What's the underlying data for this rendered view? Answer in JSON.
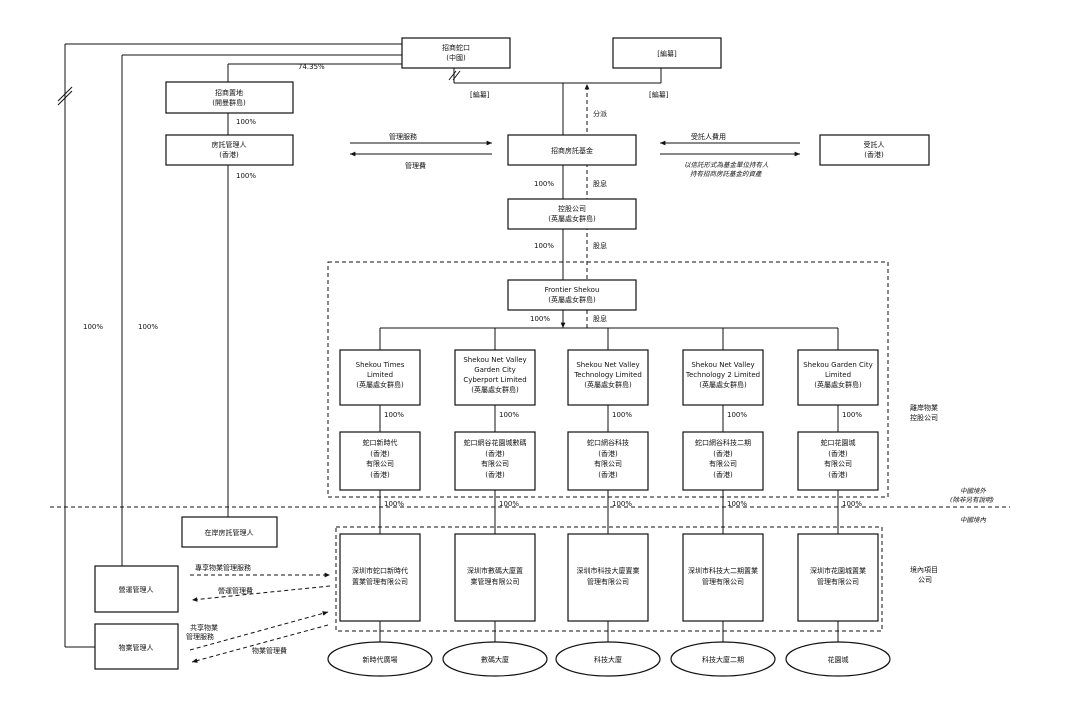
{
  "entities": {
    "cmsk": {
      "lines": [
        "招商蛇口",
        "(中國)"
      ]
    },
    "redacted_top": {
      "lines": [
        "[編纂]"
      ]
    },
    "cm_land": {
      "lines": [
        "招商置地",
        "(開曼群島)"
      ]
    },
    "reit_manager": {
      "lines": [
        "房託管理人",
        "(香港)"
      ]
    },
    "reit": {
      "lines": [
        "招商房託基金"
      ]
    },
    "trustee": {
      "lines": [
        "受託人",
        "(香港)"
      ]
    },
    "holdco": {
      "lines": [
        "控股公司",
        "(英屬處女群島)"
      ]
    },
    "frontier": {
      "lines": [
        "Frontier Shekou",
        "(英屬處女群島)"
      ]
    },
    "onshore_manager": {
      "lines": [
        "在岸房託管理人"
      ]
    },
    "operations_manager": {
      "lines": [
        "營運管理人"
      ]
    },
    "property_manager": {
      "lines": [
        "物業管理人"
      ]
    }
  },
  "bvi_companies": [
    {
      "lines": [
        "Shekou Times",
        "Limited",
        "(英屬處女群島)"
      ]
    },
    {
      "lines": [
        "Shekou Net Valley",
        "Garden City",
        "Cyberport Limited",
        "(英屬處女群島)"
      ]
    },
    {
      "lines": [
        "Shekou Net Valley",
        "Technology Limited",
        "(英屬處女群島)"
      ]
    },
    {
      "lines": [
        "Shekou Net Valley",
        "Technology 2 Limited",
        "(英屬處女群島)"
      ]
    },
    {
      "lines": [
        "Shekou Garden City",
        "Limited",
        "(英屬處女群島)"
      ]
    }
  ],
  "hk_companies": [
    {
      "lines": [
        "蛇口新時代",
        "(香港)",
        "有限公司",
        "(香港)"
      ]
    },
    {
      "lines": [
        "蛇口網谷花園城數碼",
        "(香港)",
        "有限公司",
        "(香港)"
      ]
    },
    {
      "lines": [
        "蛇口網谷科技",
        "(香港)",
        "有限公司",
        "(香港)"
      ]
    },
    {
      "lines": [
        "蛇口網谷科技二期",
        "(香港)",
        "有限公司",
        "(香港)"
      ]
    },
    {
      "lines": [
        "蛇口花園城",
        "(香港)",
        "有限公司",
        "(香港)"
      ]
    }
  ],
  "prc_companies": [
    {
      "lines": [
        "深圳市蛇口新時代",
        "置業管理有限公司"
      ]
    },
    {
      "lines": [
        "深圳市數碼大廈置",
        "業管理有限公司"
      ]
    },
    {
      "lines": [
        "深圳市科技大廈置業",
        "管理有限公司"
      ]
    },
    {
      "lines": [
        "深圳市科技大二期置業",
        "管理有限公司"
      ]
    },
    {
      "lines": [
        "深圳市花園城置業",
        "管理有限公司"
      ]
    }
  ],
  "properties": [
    "新時代廣場",
    "數碼大廈",
    "科技大廈",
    "科技大廈二期",
    "花園城"
  ],
  "labels": {
    "pct_74": "74.35%",
    "pct_100": "100%",
    "redacted": "[編纂]",
    "distribution": "分派",
    "dividend": "股息",
    "mgmt_services": "管理服務",
    "mgmt_fee": "管理費",
    "trustee_fee": "受託人費用",
    "trust_capacity_1": "以信託形式為基金單位持有人",
    "trust_capacity_2": "持有招商房託基金的資產",
    "exclusive_services": "專享物業管理服務",
    "ops_fee": "營運管理費",
    "shared_services_1": "共享物業",
    "shared_services_2": "管理服務",
    "property_fee": "物業管理費",
    "offshore_zone_1": "離岸物業",
    "offshore_zone_2": "控股公司",
    "outside_prc": "中國境外",
    "outside_prc_note": "(除非另有說明)",
    "inside_prc": "中國境內",
    "onshore_zone_1": "境內項目",
    "onshore_zone_2": "公司"
  }
}
